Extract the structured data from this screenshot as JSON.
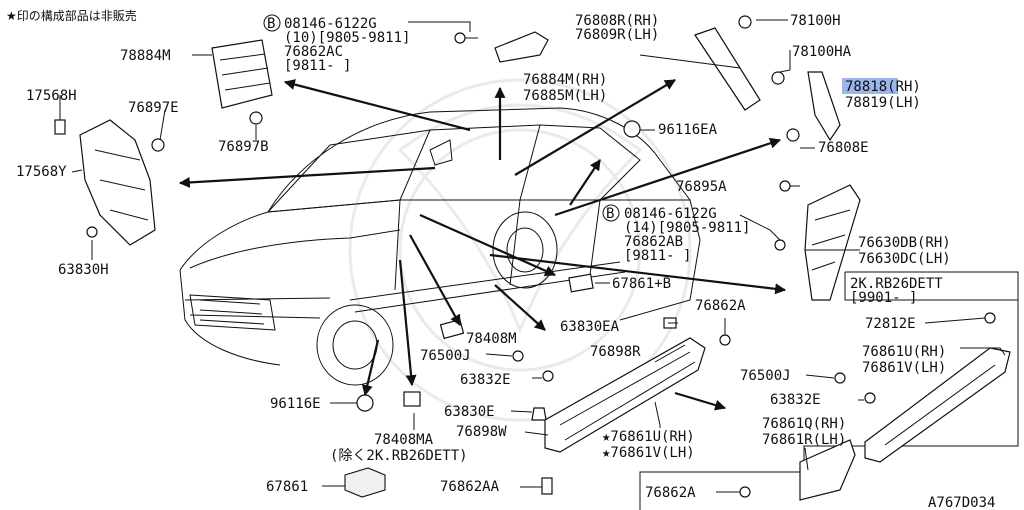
{
  "header": {
    "note": "★印の構成部品は非販売"
  },
  "diagram_id": "A767D034",
  "labels": {
    "bolt_08146_top": "08146-6122G",
    "bolt_qty_top": "(10)[9805-9811]",
    "code_76862AC": "76862AC",
    "range_9811_top": "[9811-      ]",
    "code_78884M": "78884M",
    "code_17568H": "17568H",
    "code_76897E": "76897E",
    "code_76897B": "76897B",
    "code_17568Y": "17568Y",
    "code_63830H": "63830H",
    "code_76808R": "76808R(RH)",
    "code_76809R": "76809R(LH)",
    "code_78100H": "78100H",
    "code_78100HA": "78100HA",
    "code_78818": "78818(RH)",
    "code_78819": "78819(LH)",
    "code_76808E": "76808E",
    "code_76884M": "76884M(RH)",
    "code_76885M": "76885M(LH)",
    "code_96116EA": "96116EA",
    "code_76895A": "76895A",
    "bolt_08146_mid": "08146-6122G",
    "bolt_qty_mid": "(14)[9805-9811]",
    "code_76862AB": "76862AB",
    "range_9811_mid": "[9811-      ]",
    "code_76630DB": "76630DB(RH)",
    "code_76630DC": "76630DC(LH)",
    "engine_variant": "2K.RB26DETT",
    "range_9901": "[9901-      ]",
    "code_67861B": "67861+B",
    "code_72812E": "72812E",
    "code_76862A_top": "76862A",
    "code_63830EA": "63830EA",
    "code_78408M": "78408M",
    "code_76861U_right": "76861U(RH)",
    "code_76861V_right": "76861V(LH)",
    "code_76500J_left": "76500J",
    "code_76898R": "76898R",
    "code_76500J_right": "76500J",
    "code_63832E_left": "63832E",
    "code_63832E_right": "63832E",
    "code_96116E": "96116E",
    "code_63830E": "63830E",
    "code_76898W": "76898W",
    "code_76861U_star": "★76861U(RH)",
    "code_76861V_star": "★76861V(LH)",
    "code_76861Q": "76861Q(RH)",
    "code_76861R": "76861R(LH)",
    "code_78408MA": "78408MA",
    "exclusion_note": "(除く2K.RB26DETT)",
    "code_67861": "67861",
    "code_76862AA": "76862AA",
    "code_76862A_bottom": "76862A"
  },
  "markers": {
    "bolt_marker": "B"
  }
}
